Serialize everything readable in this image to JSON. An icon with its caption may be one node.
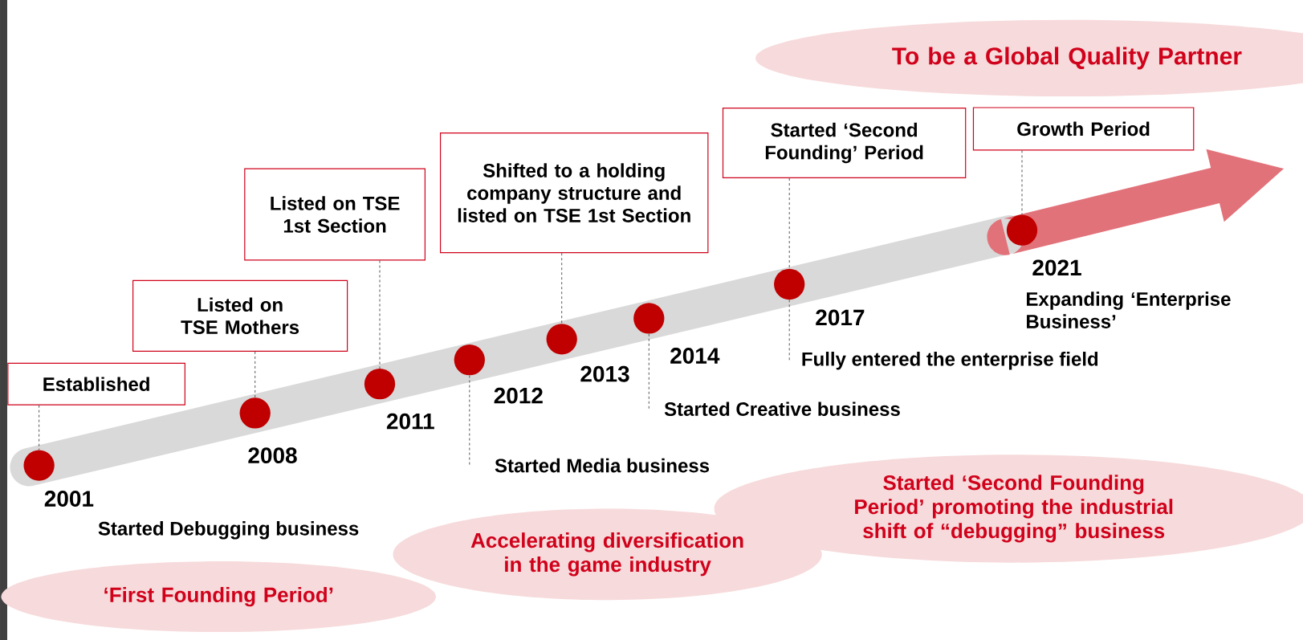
{
  "diagram": {
    "nodes": [
      {
        "text": [
          "Established"
        ]
      },
      {
        "text": [
          "Listed on TSE Mothers"
        ]
      },
      {
        "text": [
          "Listed on TSE 1st Section"
        ]
      },
      {
        "text": [
          "Shifted to a holding company structure and listed on TSE 1st Section"
        ]
      },
      {
        "text": [
          "Started ‘Second Founding’ Period"
        ]
      },
      {
        "text": [
          "Growth Period"
        ]
      },
      {
        "text": [],
        "shape": "circle",
        "beside": [
          "2001"
        ]
      },
      {
        "text": [],
        "shape": "circle",
        "beside": [
          "2008"
        ]
      },
      {
        "text": [],
        "shape": "circle",
        "beside": [
          "2011"
        ]
      },
      {
        "text": [],
        "shape": "circle",
        "beside": [
          "2012"
        ]
      },
      {
        "text": [],
        "shape": "circle",
        "beside": [
          "2013"
        ]
      },
      {
        "text": [],
        "shape": "circle",
        "beside": [
          "2014"
        ]
      },
      {
        "text": [],
        "shape": "circle",
        "beside": [
          "2017"
        ]
      },
      {
        "text": [],
        "shape": "circle",
        "beside": [
          "2021"
        ]
      },
      {
        "text": [
          "Started Media business"
        ]
      },
      {
        "text": [
          "Started Creative business"
        ]
      },
      {
        "text": [
          "Fully entered the enterprise field"
        ]
      },
      {
        "text": [
          "To be a Global Quality Partner"
        ]
      },
      {
        "text": [
          "‘First Founding Period’"
        ]
      },
      {
        "text": [
          "Accelerating diversification in the game industry"
        ]
      },
      {
        "text": [
          "Started ‘Second Founding Period’ promoting the industrial shift of “debugging” business"
        ]
      }
    ],
    "edges": [
      {
        "from": 0,
        "to": 6,
        "arrow": "none",
        "style": "dashed"
      },
      {
        "from": 1,
        "to": 7,
        "arrow": "none",
        "style": "dashed"
      },
      {
        "from": 2,
        "to": 8,
        "arrow": "none",
        "style": "dashed"
      },
      {
        "from": 3,
        "to": 10,
        "arrow": "none",
        "style": "dashed"
      },
      {
        "from": 4,
        "to": 12,
        "arrow": "none",
        "style": "dashed"
      },
      {
        "from": 5,
        "to": 13,
        "arrow": "none",
        "style": "dashed"
      },
      {
        "from": 9,
        "to": 14,
        "arrow": "none",
        "style": "dashed"
      },
      {
        "from": 11,
        "to": 15,
        "arrow": "none",
        "style": "dashed"
      },
      {
        "from": 12,
        "to": 16,
        "arrow": "none",
        "style": "dashed"
      }
    ],
    "labels": [
      "Started Debugging business",
      "Expanding ‘Enterprise Business’"
    ]
  }
}
